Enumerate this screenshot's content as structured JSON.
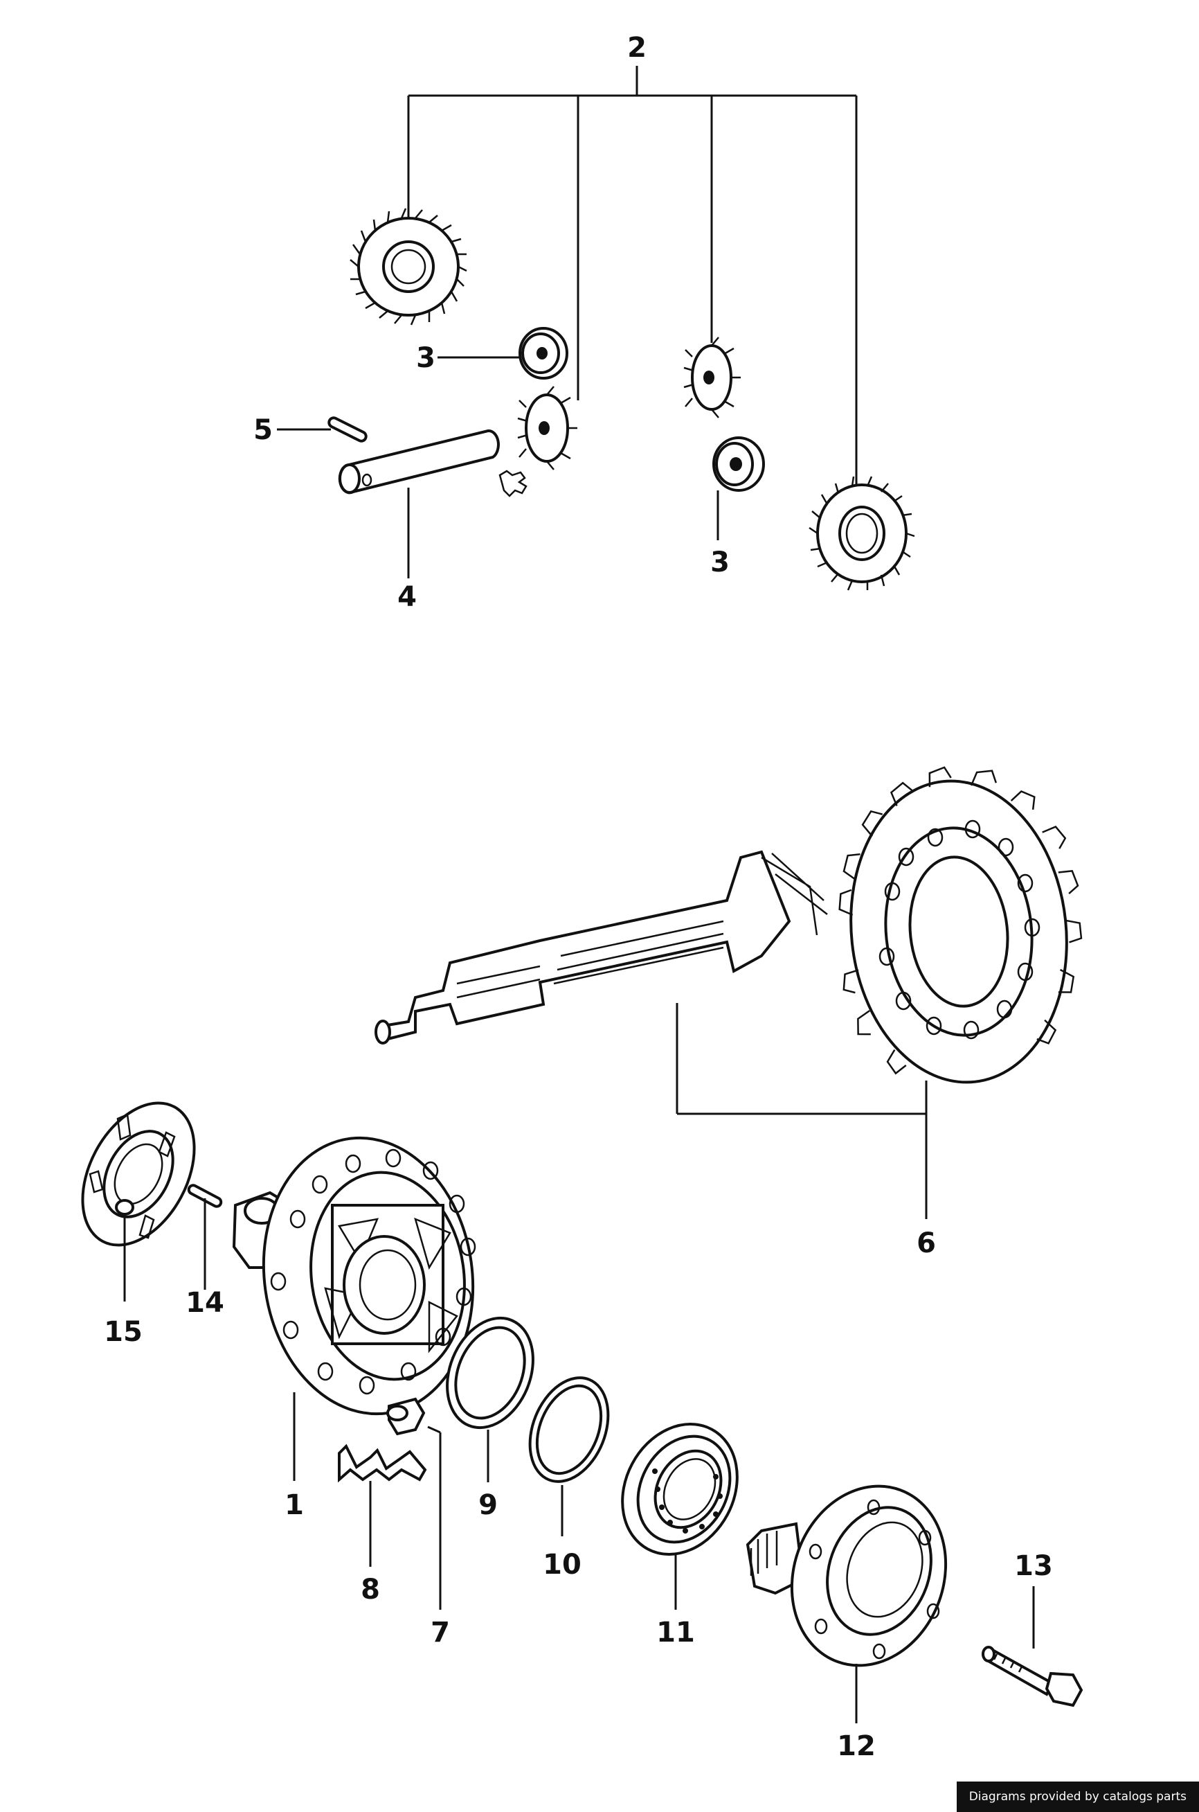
{
  "diagram": {
    "callouts": {
      "c1": "1",
      "c2": "2",
      "c3a": "3",
      "c3b": "3",
      "c4": "4",
      "c5": "5",
      "c6": "6",
      "c7": "7",
      "c8": "8",
      "c9": "9",
      "c10": "10",
      "c11": "11",
      "c12": "12",
      "c13": "13",
      "c14": "14",
      "c15": "15"
    },
    "parts": [
      {
        "id": "side-gear-left"
      },
      {
        "id": "thrust-washer-upper"
      },
      {
        "id": "spider-gear-left"
      },
      {
        "id": "differential-pin"
      },
      {
        "id": "roll-pin"
      },
      {
        "id": "spider-gear-right"
      },
      {
        "id": "thrust-washer-lower"
      },
      {
        "id": "side-gear-right"
      },
      {
        "id": "pinion-shaft"
      },
      {
        "id": "ring-gear"
      },
      {
        "id": "differential-housing"
      },
      {
        "id": "drain-plug"
      },
      {
        "id": "lock-plate"
      },
      {
        "id": "seal-ring-9"
      },
      {
        "id": "seal-ring-10"
      },
      {
        "id": "ball-bearing"
      },
      {
        "id": "drive-flange"
      },
      {
        "id": "flange-bolt"
      },
      {
        "id": "dowel-pin"
      },
      {
        "id": "cover-plate"
      }
    ]
  },
  "footer": {
    "credit": "Diagrams provided by catalogs parts"
  }
}
